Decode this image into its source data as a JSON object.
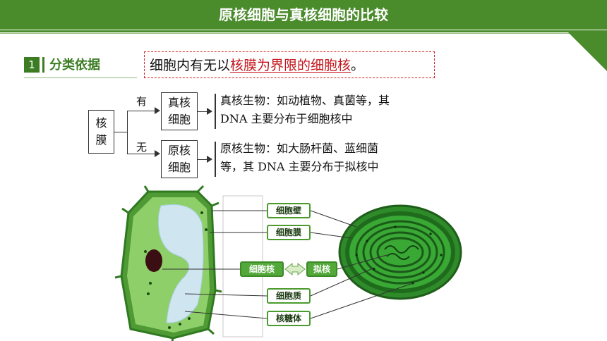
{
  "header": {
    "title": "原核细胞与真核细胞的比较"
  },
  "section": {
    "number": "1",
    "title": "分类依据",
    "criterion_prefix": "细胞内有无以",
    "criterion_answer": "核膜为界限的细胞核",
    "criterion_suffix": "。"
  },
  "classification": {
    "root": [
      "核",
      "膜"
    ],
    "branches": [
      {
        "condition": "有",
        "box": [
          "真核",
          "细胞"
        ],
        "desc_lines": [
          "真核生物：如动植物、真菌等，其",
          "DNA 主要分布于细胞核中"
        ]
      },
      {
        "condition": "无",
        "box": [
          "原核",
          "细胞"
        ],
        "desc_lines": [
          "原核生物：如大肠杆菌、蓝细菌",
          "等，其 DNA 主要分布于拟核中"
        ]
      }
    ]
  },
  "illustration": {
    "labels": {
      "cell_wall": "细胞壁",
      "cell_membrane": "细胞膜",
      "nucleus": "细胞核",
      "nucleoid": "拟核",
      "cytoplasm": "细胞质",
      "ribosome": "核糖体"
    },
    "colors": {
      "plant_wall": "#5aa03a",
      "plant_cytoplasm": "#8fcf6a",
      "vacuole": "#cfe6f0",
      "nucleus": "#3a0e12",
      "bacteria_outer": "#2f8a2a",
      "bacteria_inner": "#1e6b1c",
      "label_border": "#4a9a2c"
    }
  }
}
